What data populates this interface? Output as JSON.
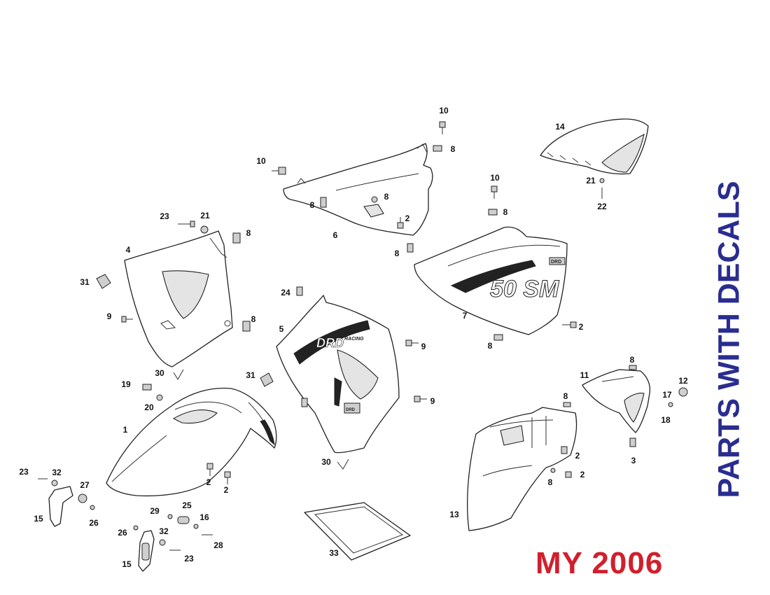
{
  "banner": {
    "text": "PARTS WITH DECALS",
    "color": "#2a2d8f"
  },
  "model_year": {
    "text": "MY 2006",
    "color": "#d0202d"
  },
  "decals": {
    "side_panel": "50 SM",
    "side_panel_badge": "DRD",
    "shroud": "DRD",
    "shroud_sub": "RACING",
    "shroud_badge": "DRD"
  },
  "callouts": [
    "10",
    "8",
    "14",
    "10",
    "8",
    "21",
    "22",
    "23",
    "21",
    "8",
    "4",
    "6",
    "8",
    "2",
    "10",
    "8",
    "31",
    "8",
    "9",
    "8",
    "24",
    "5",
    "7",
    "2",
    "9",
    "8",
    "8",
    "30",
    "19",
    "31",
    "20",
    "11",
    "12",
    "17",
    "9",
    "1",
    "8",
    "18",
    "3",
    "23",
    "32",
    "2",
    "2",
    "27",
    "2",
    "30",
    "8",
    "2",
    "15",
    "29",
    "25",
    "26",
    "16",
    "13",
    "26",
    "32",
    "28",
    "23",
    "15",
    "33"
  ]
}
